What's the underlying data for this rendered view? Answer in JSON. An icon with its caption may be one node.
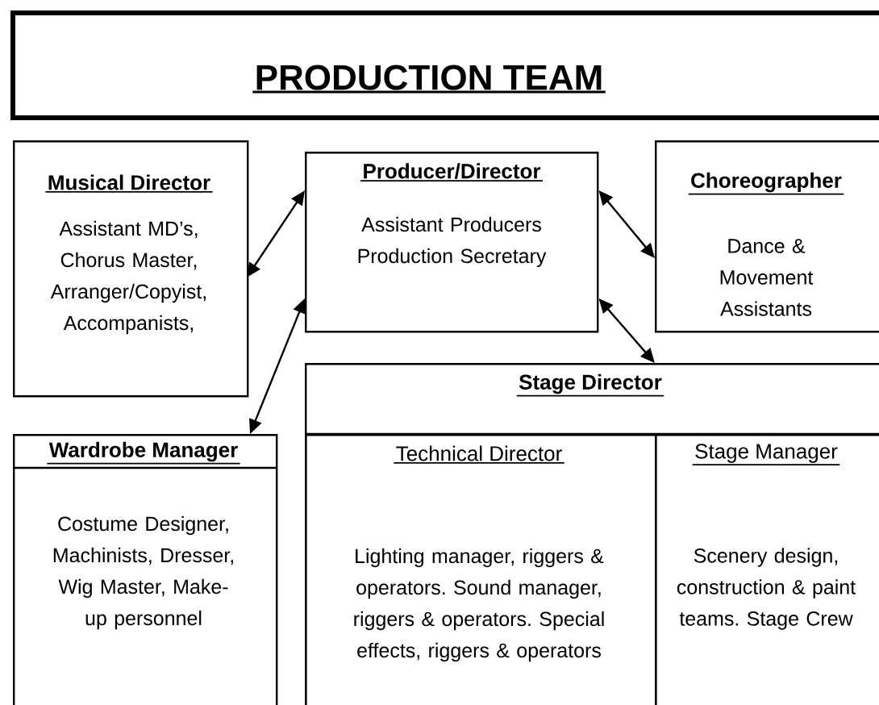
{
  "diagram": {
    "title": "PRODUCTION TEAM",
    "nodes": [
      {
        "text": [
          "Musical Director",
          "Assistant MD’s, Chorus Master, Arranger/Copyist, Accompanists,"
        ]
      },
      {
        "text": [
          "Producer/Director",
          "Assistant Producers Production Secretary"
        ]
      },
      {
        "text": [
          "Choreographer",
          "Dance & Movement Assistants"
        ]
      },
      {
        "text": [
          "Stage Director"
        ]
      },
      {
        "text": [
          "Wardrobe Manager",
          "Costume Designer, Machinists, Dresser, Wig Master, Make-up personnel"
        ]
      },
      {
        "text": [
          "Technical Director",
          "Lighting manager, riggers & operators. Sound manager, riggers & operators. Special effects, riggers & operators"
        ],
        "in": 3
      },
      {
        "text": [
          "Stage Manager",
          "Scenery design, construction & paint teams. Stage Crew"
        ],
        "in": 3
      }
    ],
    "edges": [
      {
        "from": 0,
        "to": 1,
        "arrow": "both"
      },
      {
        "from": 4,
        "to": 1,
        "arrow": "both"
      },
      {
        "from": 1,
        "to": 2,
        "arrow": "both"
      },
      {
        "from": 1,
        "to": 3,
        "arrow": "both"
      }
    ]
  }
}
